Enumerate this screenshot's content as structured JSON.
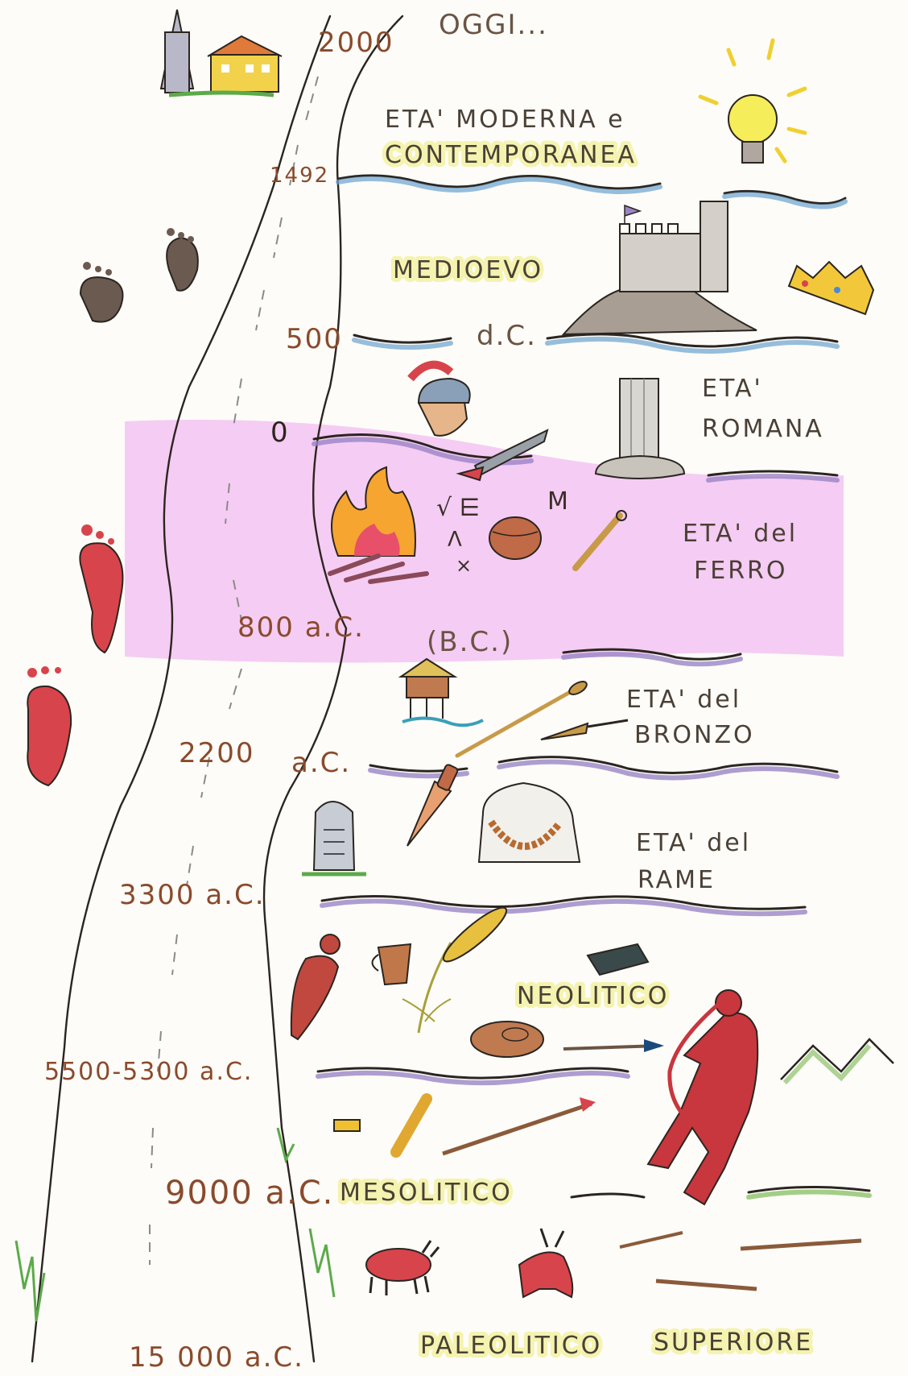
{
  "top_label": "OGGI...",
  "dates": {
    "d2000": "2000",
    "d1492": "1492",
    "d500": "500",
    "dc": "d.C.",
    "d0": "0",
    "d800": "800  a.C.",
    "bc": "(B.C.)",
    "d2200": "2200",
    "d2200_ac": "a.C.",
    "d3300": "3300  a.C.",
    "d5500": "5500-5300 a.C.",
    "d9000": "9000 a.C.",
    "d15000": "15 000  a.C."
  },
  "eras": {
    "moderna_1": "ETA' MODERNA e",
    "moderna_2": "CONTEMPORANEA",
    "medioevo": "MEDIOEVO",
    "romana_1": "ETA'",
    "romana_2": "ROMANA",
    "ferro_1": "ETA' del",
    "ferro_2": "FERRO",
    "bronzo_1": "ETA' del",
    "bronzo_2": "BRONZO",
    "rame_1": "ETA' del",
    "rame_2": "RAME",
    "neolitico": "NEOLITICO",
    "mesolitico": "MESOLITICO",
    "paleolitico": "PALEOLITICO",
    "superiore": "SUPERIORE"
  },
  "symbols": {
    "runes_1": "√ ⋿",
    "runes_2": "Λ",
    "runes_3": "×",
    "rune_m": "M"
  },
  "colors": {
    "highlight": "#f4c6f2",
    "water_blue": "#6aa2cf",
    "band_purple": "#9a84c6",
    "road_ink": "#2b2520",
    "footprint_red": "#d8444b",
    "footprint_brown": "#6b5a50",
    "archer_red": "#c8363e"
  },
  "icons": [
    "tower-icon",
    "house-icon",
    "lightbulb-icon",
    "castle-icon",
    "crown-icon",
    "roman-helmet-icon",
    "column-icon",
    "sword-icon",
    "fire-icon",
    "pot-icon",
    "fibula-icon",
    "stilt-house-icon",
    "spear-icon",
    "arrowhead-icon",
    "dagger-icon",
    "stele-icon",
    "necklace-icon",
    "vase-icon",
    "cup-icon",
    "wheat-icon",
    "millstone-icon",
    "archer-icon",
    "arrow-icon",
    "bull-icon",
    "deer-icon",
    "mountain-icon",
    "footprint-icon"
  ]
}
